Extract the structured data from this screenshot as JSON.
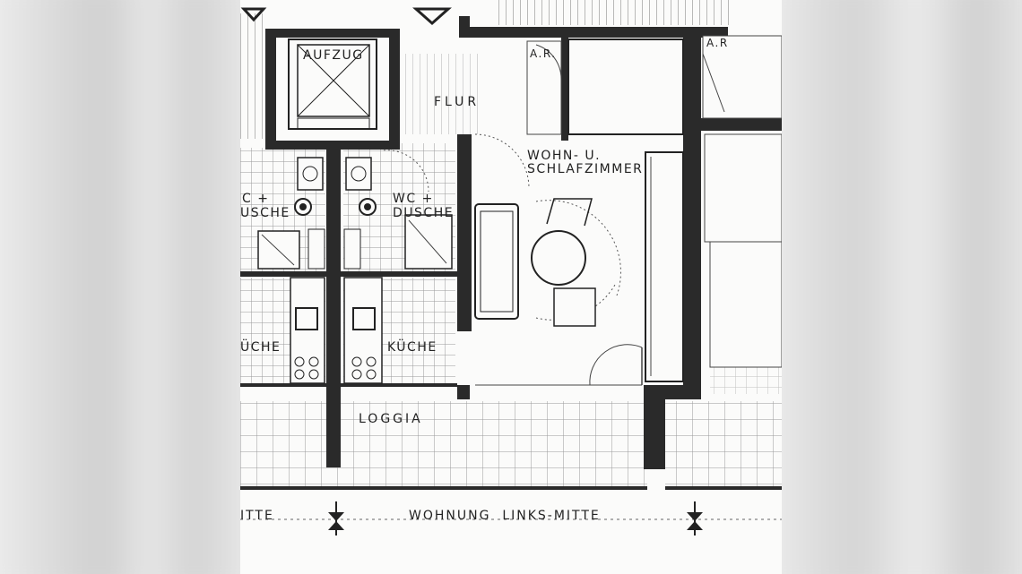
{
  "plan": {
    "labels": {
      "elevator": "AUFZUG",
      "hall": "FLUR",
      "storage_left": "A.R.",
      "storage_right": "A.R",
      "living_line1": "WOHN- U.",
      "living_line2": "SCHLAFZIMMER",
      "wc_left_line1": "C +",
      "wc_left_line2": "USCHE",
      "wc_right_line1": "WC +",
      "wc_right_line2": "DUSCHE",
      "kitchen_left": "ÜCHE",
      "kitchen_right": "KÜCHE",
      "loggia": "LOGGIA",
      "unit_left": "ITTE",
      "unit_center": "WOHNUNG  LINKS-MITTE"
    }
  },
  "colors": {
    "paper": "#fbfbfa",
    "wall": "#2a2a2a",
    "grid": "#9a9a9a"
  }
}
